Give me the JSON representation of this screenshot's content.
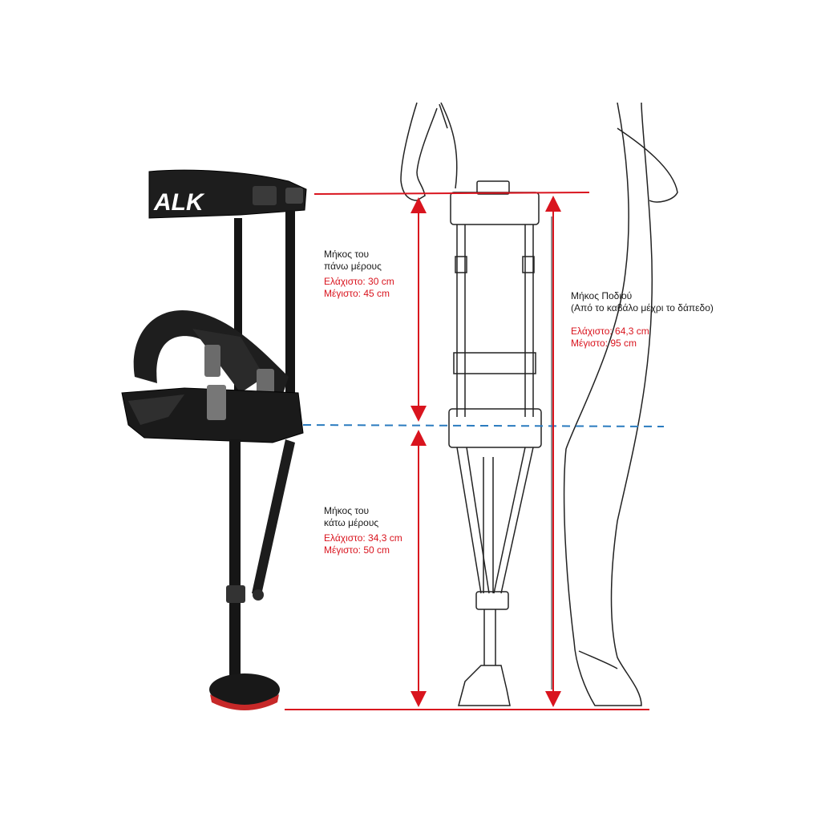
{
  "colors": {
    "measure_line": "#d9141e",
    "knee_line": "#2a7bbf",
    "text": "#1a1a1a",
    "device": "#1c1c1c",
    "outline": "#222222"
  },
  "device": {
    "brand_text": "ALK"
  },
  "upper": {
    "title1": "Μήκος του",
    "title2": "πάνω μέρους",
    "min": "Ελάχιστο: 30 cm",
    "max": "Μέγιστο: 45 cm"
  },
  "lower": {
    "title1": "Μήκος του",
    "title2": "κάτω μέρους",
    "min": "Ελάχιστο: 34,3 cm",
    "max": "Μέγιστο: 50 cm"
  },
  "leg": {
    "title1": "Μήκος Ποδιού",
    "title2": "(Από το καβάλο μέχρι το δάπεδο)",
    "min": "Ελάχιστο: 64,3 cm",
    "max": "Μέγιστο: 95 cm"
  }
}
